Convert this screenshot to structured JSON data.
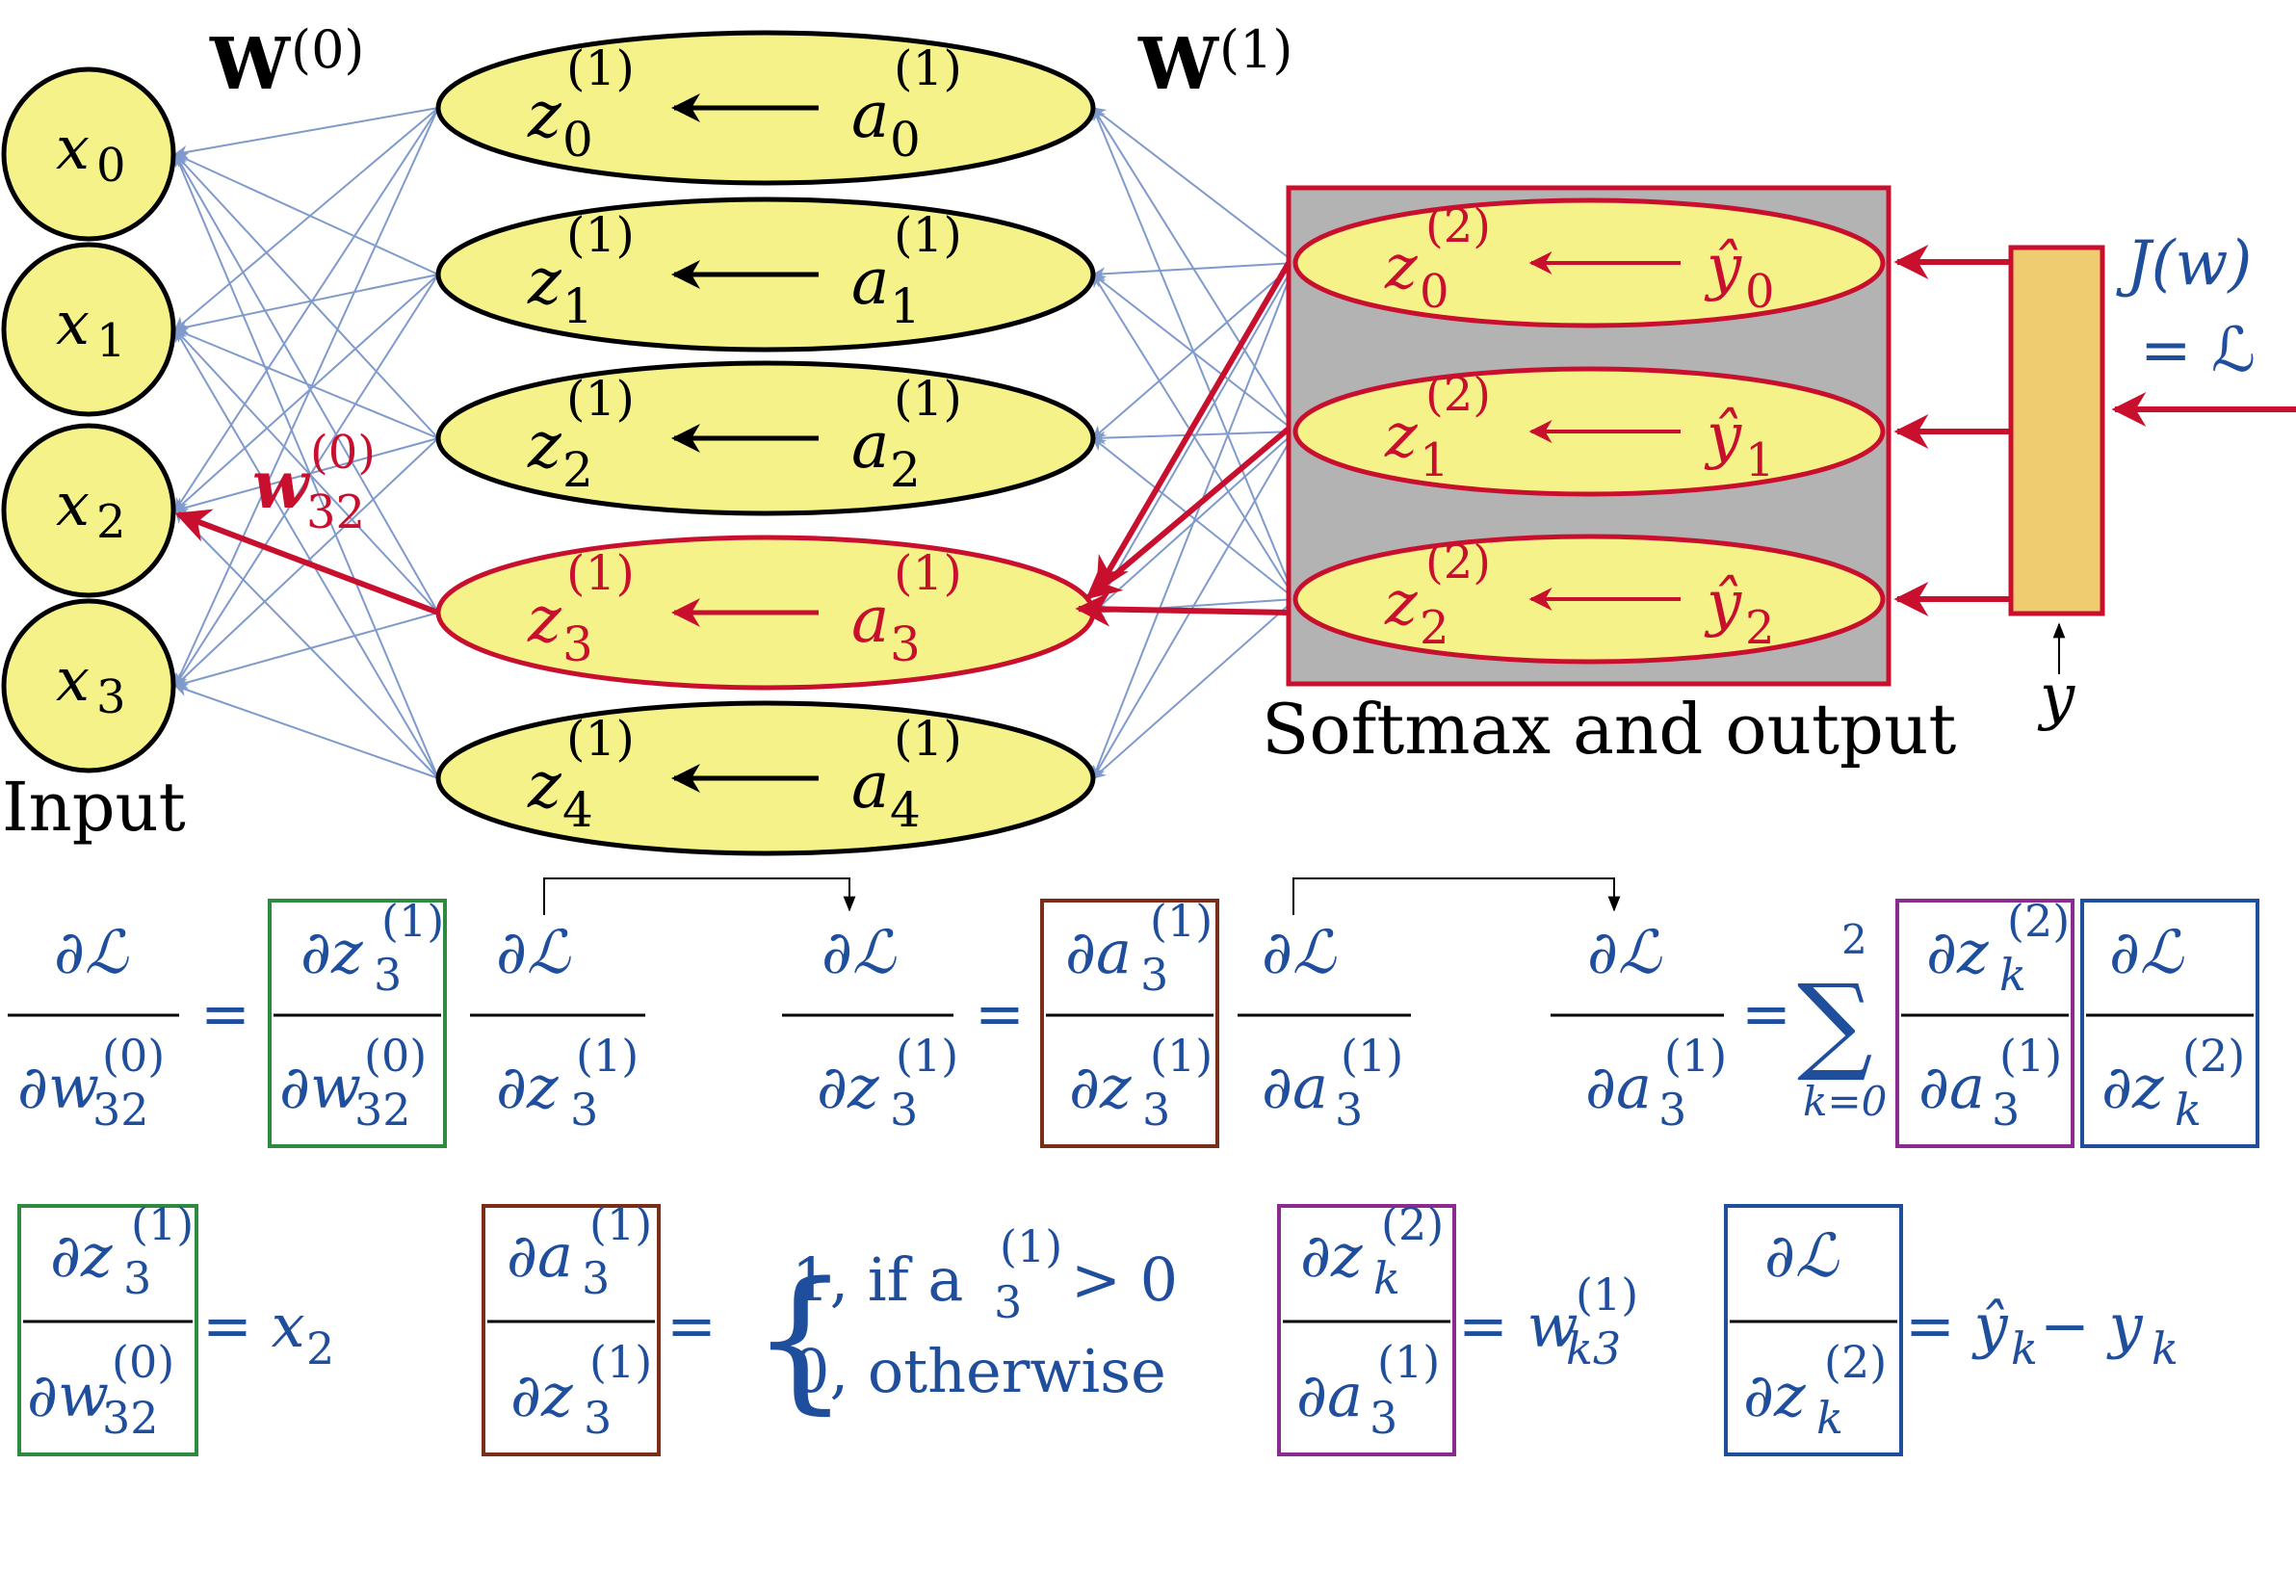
{
  "labels": {
    "w0": "W",
    "w0_sup": "(0)",
    "w1": "W",
    "w1_sup": "(1)",
    "input": "Input",
    "softmax": "Softmax and output",
    "y": "y",
    "loss_top": "J(w)",
    "loss_bottom": "= ℒ",
    "w32": "w",
    "w32_sub": "32",
    "w32_sup": "(0)"
  },
  "inputs": [
    {
      "name": "x",
      "sub": "0"
    },
    {
      "name": "x",
      "sub": "1"
    },
    {
      "name": "x",
      "sub": "2"
    },
    {
      "name": "x",
      "sub": "3"
    }
  ],
  "hidden": [
    {
      "z": "z",
      "a": "a",
      "sub": "0",
      "sup": "(1)"
    },
    {
      "z": "z",
      "a": "a",
      "sub": "1",
      "sup": "(1)"
    },
    {
      "z": "z",
      "a": "a",
      "sub": "2",
      "sup": "(1)"
    },
    {
      "z": "z",
      "a": "a",
      "sub": "3",
      "sup": "(1)"
    },
    {
      "z": "z",
      "a": "a",
      "sub": "4",
      "sup": "(1)"
    }
  ],
  "outputs": [
    {
      "z": "z",
      "y": "ŷ",
      "sub": "0",
      "sup": "(2)"
    },
    {
      "z": "z",
      "y": "ŷ",
      "sub": "1",
      "sup": "(2)"
    },
    {
      "z": "z",
      "y": "ŷ",
      "sub": "2",
      "sup": "(2)"
    }
  ],
  "equations": {
    "eq1": {
      "lhs_num": "∂ℒ",
      "lhs_den": "∂w",
      "lhs_den_sub": "32",
      "lhs_den_sup": "(0)",
      "eq": "=",
      "f1_num": "∂z",
      "f1_num_sub": "3",
      "f1_num_sup": "(1)",
      "f1_den": "∂w",
      "f1_den_sub": "32",
      "f1_den_sup": "(0)",
      "f2_num": "∂ℒ",
      "f2_den": "∂z",
      "f2_den_sub": "3",
      "f2_den_sup": "(1)"
    },
    "eq2": {
      "lhs_num": "∂ℒ",
      "lhs_den": "∂z",
      "lhs_den_sub": "3",
      "lhs_den_sup": "(1)",
      "eq": "=",
      "f1_num": "∂a",
      "f1_num_sub": "3",
      "f1_num_sup": "(1)",
      "f1_den": "∂z",
      "f1_den_sub": "3",
      "f1_den_sup": "(1)",
      "f2_num": "∂ℒ",
      "f2_den": "∂a",
      "f2_den_sub": "3",
      "f2_den_sup": "(1)"
    },
    "eq3": {
      "lhs_num": "∂ℒ",
      "lhs_den": "∂a",
      "lhs_den_sub": "3",
      "lhs_den_sup": "(1)",
      "eq": "=",
      "sum": "∑",
      "sum_top": "2",
      "sum_bottom": "k=0",
      "f1_num": "∂z",
      "f1_num_sub": "k",
      "f1_num_sup": "(2)",
      "f1_den": "∂a",
      "f1_den_sub": "3",
      "f1_den_sup": "(1)",
      "f2_num": "∂ℒ",
      "f2_den": "∂z",
      "f2_den_sub": "k",
      "f2_den_sup": "(2)"
    },
    "eq4": {
      "num": "∂z",
      "num_sub": "3",
      "num_sup": "(1)",
      "den": "∂w",
      "den_sub": "32",
      "den_sup": "(0)",
      "rhs": "= x",
      "rhs_sub": "2"
    },
    "eq5": {
      "num": "∂a",
      "num_sub": "3",
      "num_sup": "(1)",
      "den": "∂z",
      "den_sub": "3",
      "den_sup": "(1)",
      "eq": "=",
      "case1_a": "1, if a",
      "case1_sub": "3",
      "case1_sup": "(1)",
      "case1_b": "> 0",
      "case2": "0, otherwise"
    },
    "eq6": {
      "num": "∂z",
      "num_sub": "k",
      "num_sup": "(2)",
      "den": "∂a",
      "den_sub": "3",
      "den_sup": "(1)",
      "rhs": "= w",
      "rhs_sub": "k3",
      "rhs_sup": "(1)"
    },
    "eq7": {
      "num": "∂ℒ",
      "den": "∂z",
      "den_sub": "k",
      "den_sup": "(2)",
      "rhs_a": "= ŷ",
      "rhs_a_sub": "k",
      "rhs_b": "− y",
      "rhs_b_sub": "k"
    }
  },
  "colors": {
    "node_fill": "#f5f28a",
    "red": "#c8102e",
    "blue": "#1f4e9c",
    "light_blue": "#7f9acb",
    "gray_box": "#b3b3b3",
    "orange_box": "#f0cc70",
    "green": "#2d8a3e",
    "brown": "#7a2e18",
    "purple": "#8a2b8f"
  }
}
